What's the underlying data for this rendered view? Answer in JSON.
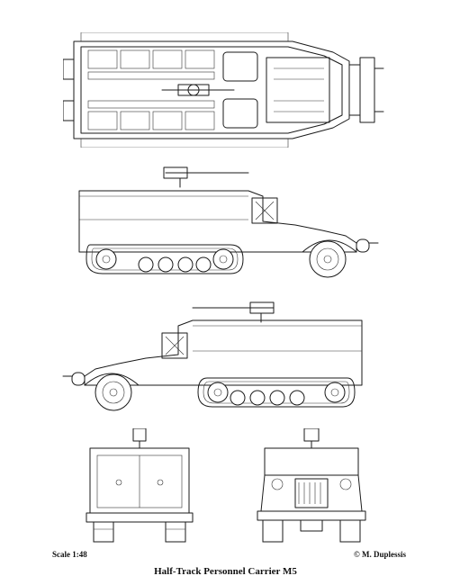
{
  "drawing": {
    "scale": "Scale 1:48",
    "author": "© M. Duplessis",
    "title": "Half-Track Personnel Carrier M5"
  },
  "views": [
    "top-view",
    "left-side-view",
    "right-side-view",
    "rear-view",
    "front-view"
  ],
  "colors": {
    "line": "#1a1a1a",
    "paper": "#ffffff"
  }
}
